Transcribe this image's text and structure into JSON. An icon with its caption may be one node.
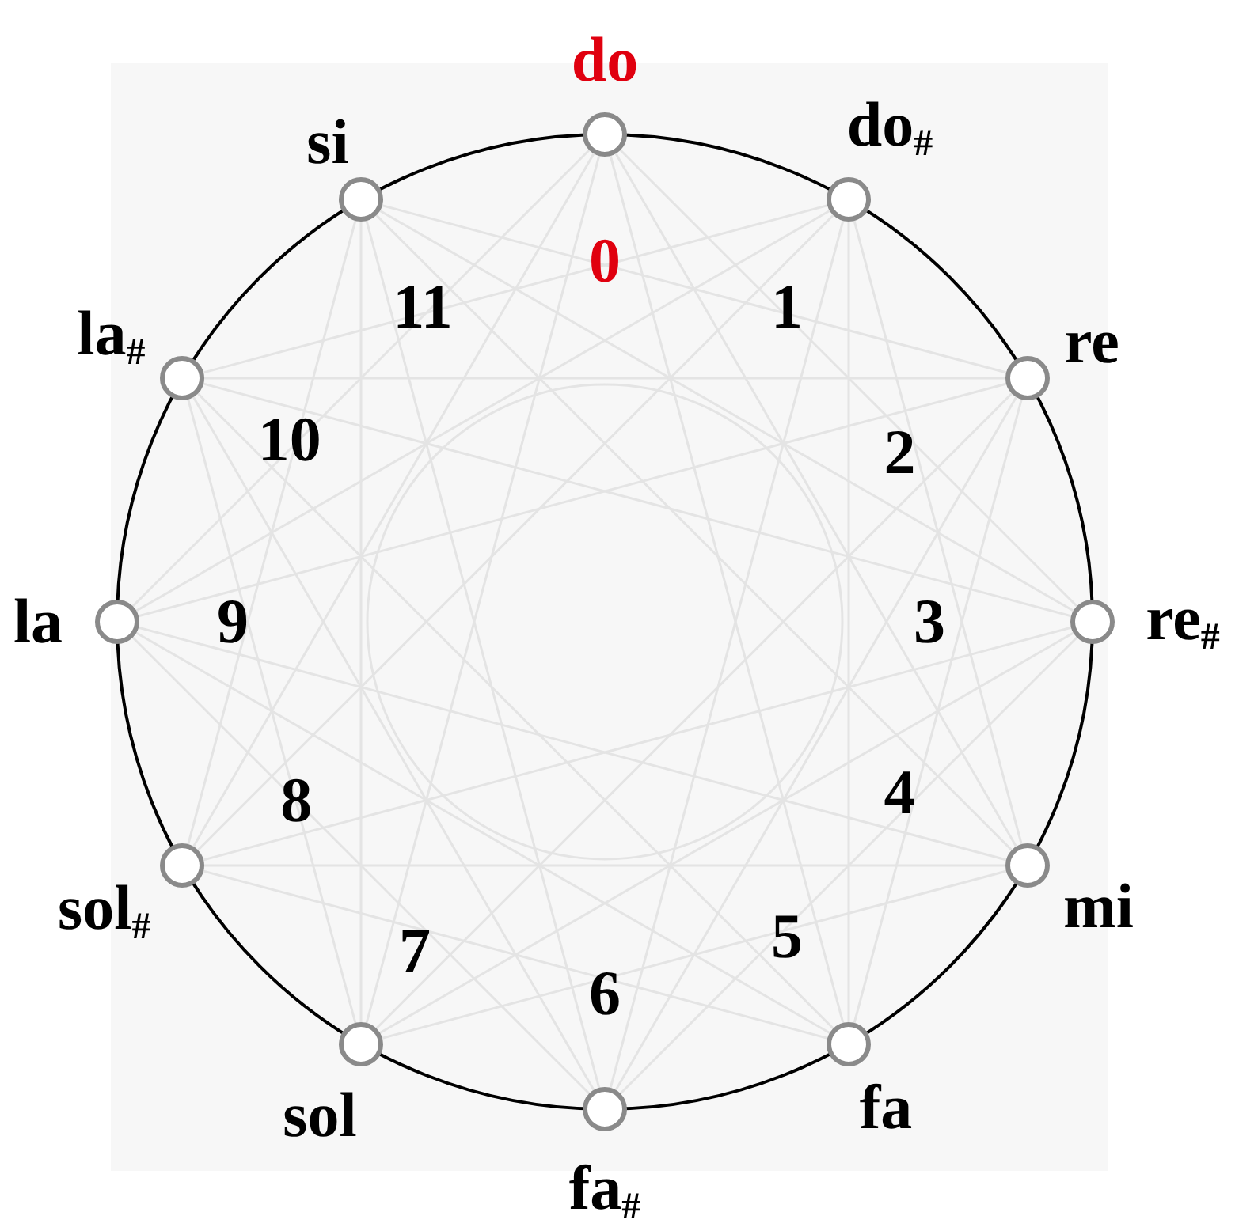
{
  "diagram": {
    "nodes": [
      {
        "text": [
          "do"
        ],
        "beside": [
          "0"
        ]
      },
      {
        "text": [
          "do$_{#}$"
        ],
        "beside": [
          "1"
        ]
      },
      {
        "text": [
          "re"
        ],
        "beside": [
          "2"
        ]
      },
      {
        "text": [
          "re$_{#}$"
        ],
        "beside": [
          "3"
        ]
      },
      {
        "text": [
          "mi"
        ],
        "beside": [
          "4"
        ]
      },
      {
        "text": [
          "fa"
        ],
        "beside": [
          "5"
        ]
      },
      {
        "text": [
          "fa$_{#}$"
        ],
        "beside": [
          "6"
        ]
      },
      {
        "text": [
          "sol"
        ],
        "beside": [
          "7"
        ]
      },
      {
        "text": [
          "sol$_{#}$"
        ],
        "beside": [
          "8"
        ]
      },
      {
        "text": [
          "la"
        ],
        "beside": [
          "9"
        ]
      },
      {
        "text": [
          "la$_{#}$"
        ],
        "beside": [
          "10"
        ]
      },
      {
        "text": [
          "si"
        ],
        "beside": [
          "11"
        ]
      }
    ]
  }
}
